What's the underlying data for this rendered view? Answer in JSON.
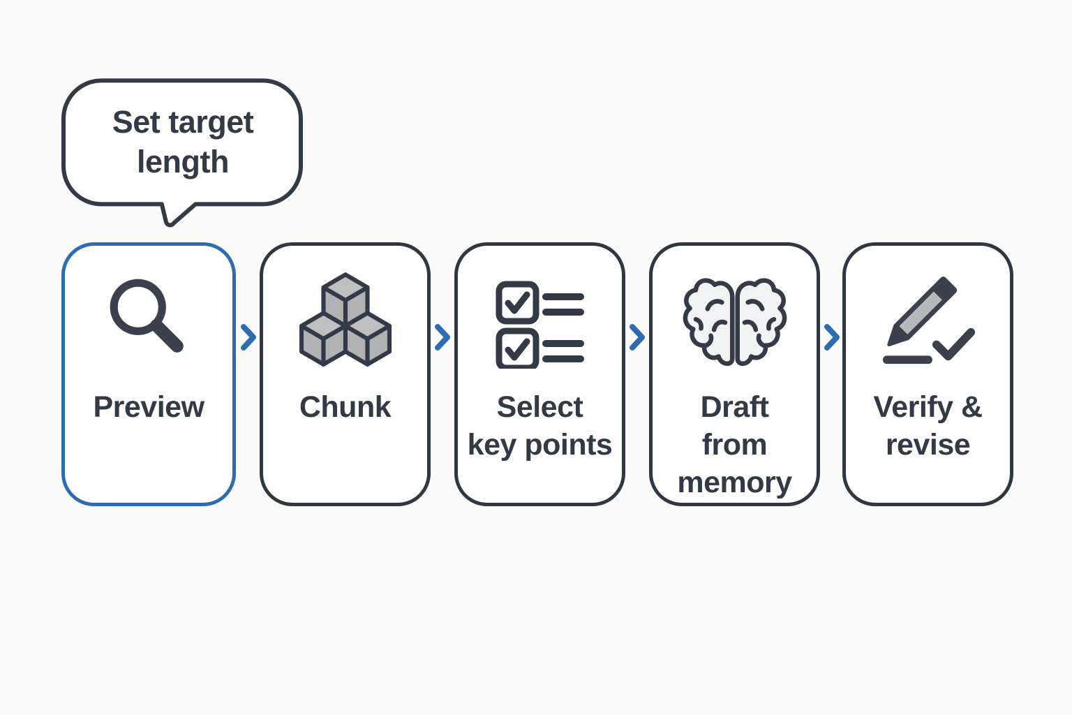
{
  "callout": {
    "text": "Set target\nlength",
    "points_to_step": "Preview"
  },
  "steps": [
    {
      "label": "Preview",
      "icon": "magnifier-icon",
      "highlighted": true
    },
    {
      "label": "Chunk",
      "icon": "cubes-icon",
      "highlighted": false
    },
    {
      "label": "Select\nkey points",
      "icon": "checklist-icon",
      "highlighted": false
    },
    {
      "label": "Draft\nfrom\nmemory",
      "icon": "brain-icon",
      "highlighted": false
    },
    {
      "label": "Verify &\nrevise",
      "icon": "pencil-check-icon",
      "highlighted": false
    }
  ],
  "connector": {
    "glyph": "chevron-right",
    "count": 4
  },
  "colors": {
    "outline_dark": "#323a45",
    "accent_blue": "#2e6cb2",
    "cube_gray_top": "#bdbfc1",
    "cube_gray_side": "#b0b2b4",
    "pencil_gray": "#b7b9ba",
    "brain_fill": "#f2f3f4",
    "card_background": "#ffffff",
    "page_background": "#fbfbfc"
  }
}
